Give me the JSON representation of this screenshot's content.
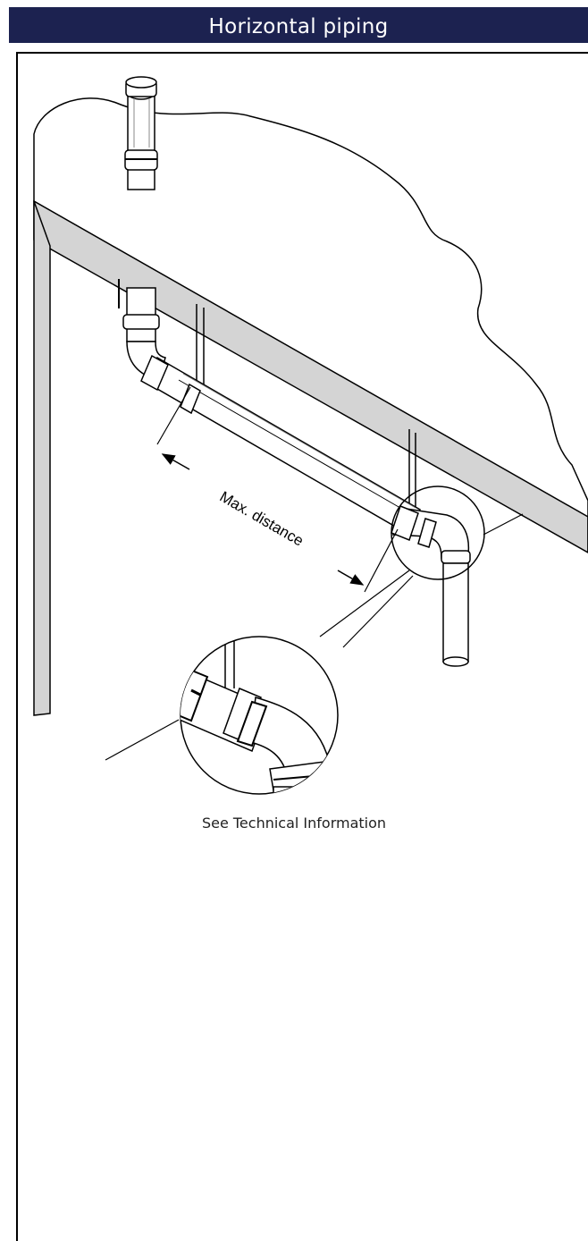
{
  "header": {
    "title": "Horizontal piping"
  },
  "diagram": {
    "dimension_label": "Max. distance"
  },
  "caption": {
    "text": "See Technical Information"
  }
}
